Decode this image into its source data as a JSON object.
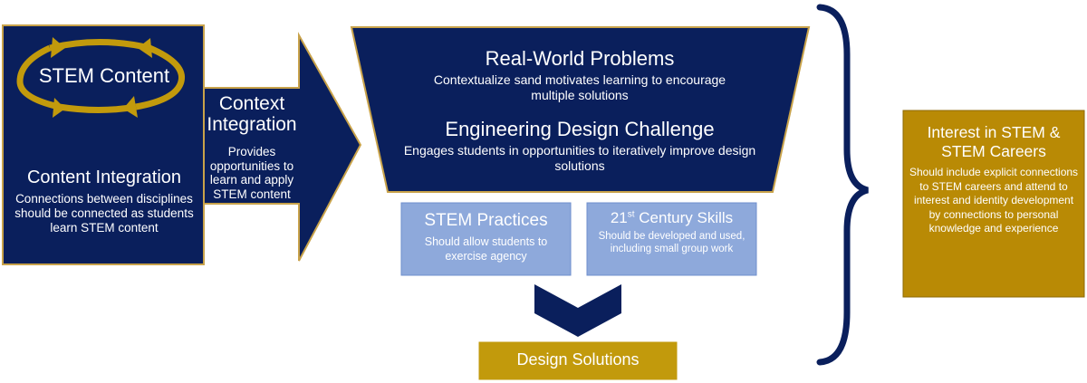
{
  "colors": {
    "navy": "#0a1f5c",
    "gold": "#c29a0c",
    "gold_border": "#c8a24a",
    "light_blue": "#8ea9db",
    "dark_gold": "#b98a05",
    "white": "#ffffff"
  },
  "content_integration": {
    "stem_content_label": "STEM Content",
    "title": "Content Integration",
    "description": "Connections between disciplines should be connected as students learn STEM content"
  },
  "context_integration": {
    "title": "Context Integration",
    "description": "Provides opportunities to learn and apply STEM content"
  },
  "funnel": {
    "real_world_title": "Real-World Problems",
    "real_world_desc": "Contextualize sand motivates learning to encourage multiple solutions",
    "engineering_title": "Engineering Design Challenge",
    "engineering_desc": "Engages students in opportunities to iteratively improve design solutions"
  },
  "stem_practices": {
    "title": "STEM Practices",
    "description": "Should allow students to exercise agency"
  },
  "century_skills": {
    "title_number": "21",
    "title_sup": "st",
    "title_rest": " Century Skills",
    "description": "Should be developed and used, including small group work"
  },
  "design_solutions": {
    "label": "Design Solutions"
  },
  "interest": {
    "title": "Interest in STEM & STEM Careers",
    "description": "Should include explicit connections to STEM careers and attend to interest and identity development by connections to personal knowledge and experience"
  }
}
